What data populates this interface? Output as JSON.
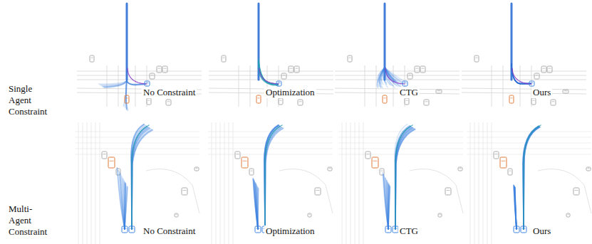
{
  "diagram": {
    "labels": [
      "Single Agent Constraint",
      "No Constraint",
      "Optimization",
      "CTG",
      "Ours",
      "Multi- Agent Constraint",
      "No Constraint",
      "Optimization",
      "CTG",
      "Ours"
    ]
  }
}
